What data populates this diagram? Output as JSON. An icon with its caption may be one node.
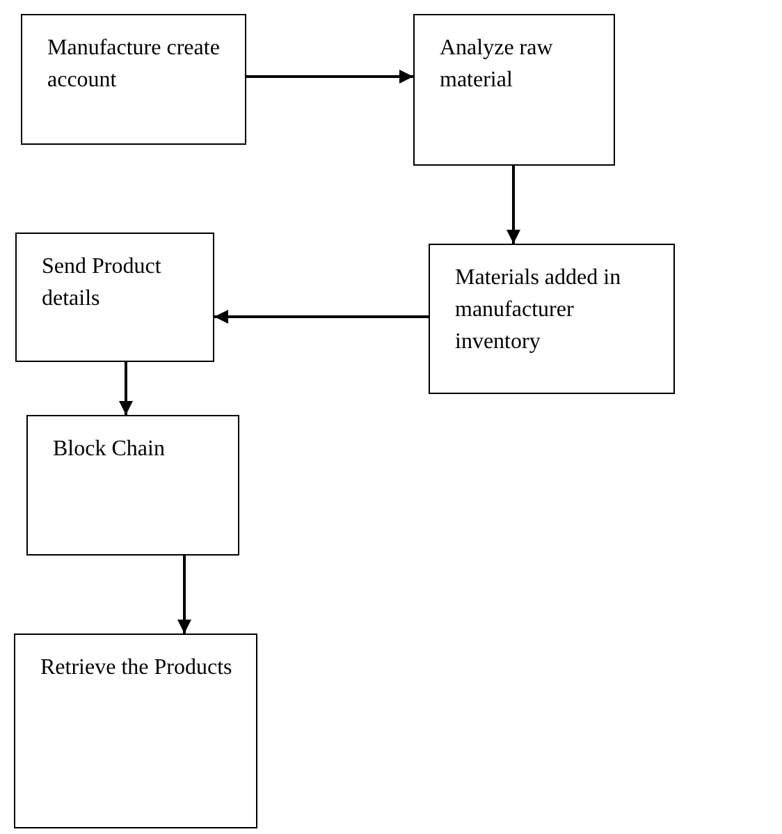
{
  "diagram": {
    "nodes": [
      {
        "text": [
          "Manufacture create account"
        ]
      },
      {
        "text": [
          "Analyze raw material"
        ]
      },
      {
        "text": [
          "Materials added in manufacturer inventory"
        ]
      },
      {
        "text": [
          "Send Product details"
        ]
      },
      {
        "text": [
          "Block Chain"
        ]
      },
      {
        "text": [
          "Retrieve the Products"
        ]
      }
    ],
    "edges": [
      {
        "from": 0,
        "to": 1,
        "arrow": "to"
      },
      {
        "from": 1,
        "to": 2,
        "arrow": "to"
      },
      {
        "from": 2,
        "to": 3,
        "arrow": "to"
      },
      {
        "from": 3,
        "to": 4,
        "arrow": "to"
      },
      {
        "from": 4,
        "to": 5,
        "arrow": "to"
      }
    ]
  }
}
